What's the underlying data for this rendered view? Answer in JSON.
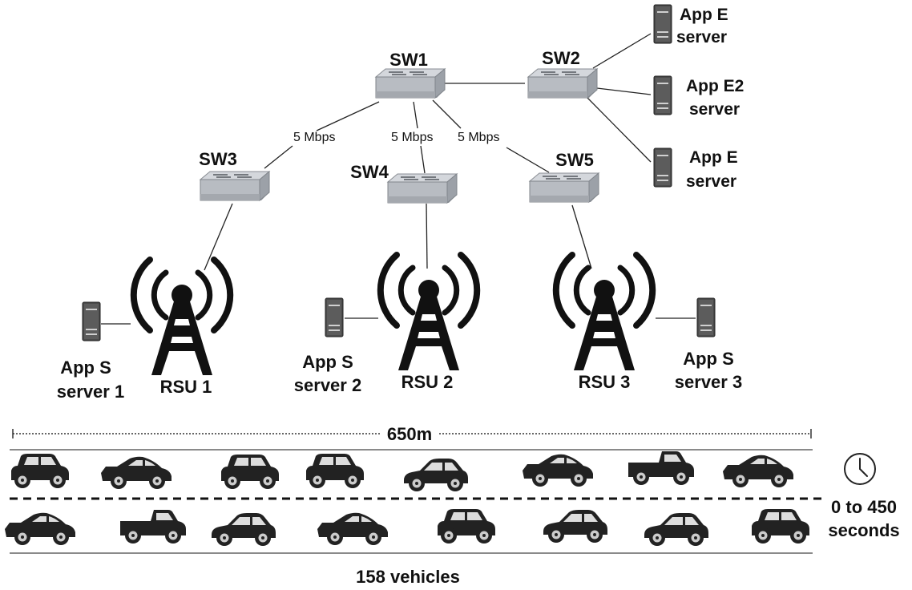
{
  "switches": [
    {
      "id": "sw1",
      "label": "SW1"
    },
    {
      "id": "sw2",
      "label": "SW2"
    },
    {
      "id": "sw3",
      "label": "SW3"
    },
    {
      "id": "sw4",
      "label": "SW4"
    },
    {
      "id": "sw5",
      "label": "SW5"
    }
  ],
  "link_bandwidths": {
    "sw1_sw3": "5 Mbps",
    "sw1_sw4": "5 Mbps",
    "sw1_sw5": "5 Mbps"
  },
  "edge_servers": [
    {
      "id": "app-e-1",
      "line1": "App E",
      "line2": "server"
    },
    {
      "id": "app-e2",
      "line1": "App E2",
      "line2": "server"
    },
    {
      "id": "app-e-3",
      "line1": "App E",
      "line2": "server"
    }
  ],
  "rsus": [
    {
      "id": "rsu1",
      "label": "RSU 1"
    },
    {
      "id": "rsu2",
      "label": "RSU 2"
    },
    {
      "id": "rsu3",
      "label": "RSU 3"
    }
  ],
  "local_servers": [
    {
      "id": "app-s-1",
      "line1": "App S",
      "line2": "server 1"
    },
    {
      "id": "app-s-2",
      "line1": "App S",
      "line2": "server 2"
    },
    {
      "id": "app-s-3",
      "line1": "App S",
      "line2": "server 3"
    }
  ],
  "road": {
    "length_label": "650m",
    "vehicle_count_label": "158 vehicles",
    "time_line1": "0 to 450",
    "time_line2": "seconds",
    "clock_icon": "clock-icon"
  },
  "colors": {
    "switch_body": "#c7cbd1",
    "server_body": "#555555",
    "tower": "#111111",
    "vehicle": "#222222"
  }
}
